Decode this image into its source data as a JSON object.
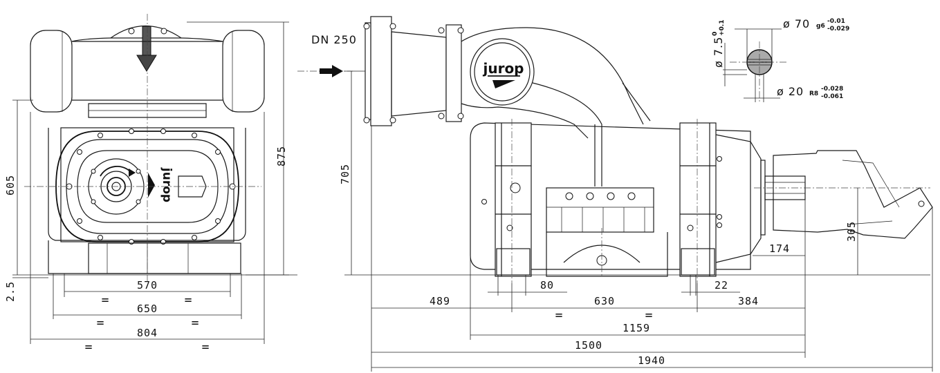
{
  "brand": {
    "logo_front": "jurop",
    "logo_side": "jurop"
  },
  "inlet": {
    "label": "DN 250"
  },
  "front_view": {
    "dims": {
      "width_570": "570",
      "width_650": "650",
      "width_804": "804",
      "height_605": "605",
      "height_875": "875",
      "offset_2_5": "2.5"
    },
    "equal_marks": [
      "=",
      "=",
      "=",
      "=",
      "=",
      "="
    ]
  },
  "side_view": {
    "dims": {
      "height_705": "705",
      "height_305": "305",
      "len_174": "174",
      "len_80": "80",
      "len_22": "22",
      "len_489": "489",
      "len_630": "630",
      "len_384": "384",
      "len_1159": "1159",
      "len_1500": "1500",
      "len_1940": "1940"
    },
    "equal_marks": [
      "=",
      "="
    ]
  },
  "shaft_detail": {
    "dia_70": "ø 70",
    "dia_70_tol_upper": "-0.01",
    "dia_70_tol_lower": "-0.029",
    "dia_70_fit": "g6",
    "dia_20": "ø 20",
    "dia_20_tol_upper": "-0.028",
    "dia_20_tol_lower": "-0.061",
    "dia_20_fit": "R8",
    "dia_7_5": "ø 7.5",
    "dia_7_5_tol_upper": "0",
    "dia_7_5_tol_lower": "+0.1"
  }
}
